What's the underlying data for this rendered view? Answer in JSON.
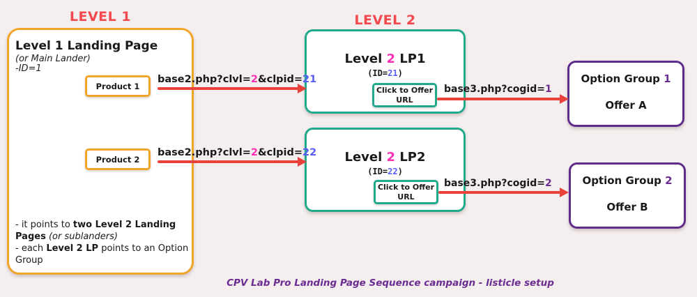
{
  "colors": {
    "accent_red": "#f2484e",
    "arrow_red": "#e8423b",
    "orange_border": "#f0a42a",
    "teal_border": "#21a98c",
    "purple_border": "#5e2c8b",
    "magenta_value": "#fb30b4",
    "blue_value": "#5a5cf8",
    "purple_value": "#6b2d91"
  },
  "level1": {
    "section_title": "LEVEL 1",
    "box_title": "Level 1 Landing Page",
    "subtitle": "(or Main Lander)",
    "id_note": "-ID=1",
    "product1_label": "Product 1",
    "product2_label": "Product 2",
    "notes": [
      {
        "text": "- it points to "
      },
      {
        "text": "two Level 2 Landing Pages",
        "bold": true
      },
      {
        "text": " "
      },
      {
        "text": "(or sublanders)",
        "italic": true
      },
      {
        "text": "\n- each "
      },
      {
        "text": "Level 2 LP",
        "bold": true
      },
      {
        "text": " points to an Option Group"
      }
    ]
  },
  "level2": {
    "section_title": "LEVEL 2",
    "lp1": {
      "title": [
        {
          "text": "Level "
        },
        {
          "text": "2",
          "color": "#fb30b4"
        },
        {
          "text": " LP1"
        }
      ],
      "id": [
        {
          "text": "(ID="
        },
        {
          "text": "21",
          "color": "#5a5cf8"
        },
        {
          "text": ")"
        }
      ],
      "click_label": "Click to Offer URL"
    },
    "lp2": {
      "title": [
        {
          "text": "Level "
        },
        {
          "text": "2",
          "color": "#fb30b4"
        },
        {
          "text": " LP2"
        }
      ],
      "id": [
        {
          "text": "(ID="
        },
        {
          "text": "22",
          "color": "#5a5cf8"
        },
        {
          "text": ")"
        }
      ],
      "click_label": "Click to Offer URL"
    }
  },
  "arrows": {
    "clpid21": [
      {
        "text": "base2.php?clvl="
      },
      {
        "text": "2",
        "color": "#fb30b4"
      },
      {
        "text": "&clpid="
      },
      {
        "text": "21",
        "color": "#5a5cf8"
      }
    ],
    "clpid22": [
      {
        "text": "base2.php?clvl="
      },
      {
        "text": "2",
        "color": "#fb30b4"
      },
      {
        "text": "&clpid="
      },
      {
        "text": "22",
        "color": "#5a5cf8"
      }
    ],
    "cogid1": [
      {
        "text": "base3.php?cogid="
      },
      {
        "text": "1",
        "color": "#6b2d91"
      }
    ],
    "cogid2": [
      {
        "text": "base3.php?cogid="
      },
      {
        "text": "2",
        "color": "#6b2d91"
      }
    ]
  },
  "option_groups": {
    "og1": {
      "title": [
        {
          "text": "Option Group "
        },
        {
          "text": "1",
          "color": "#6b2d91"
        }
      ],
      "offer": "Offer A"
    },
    "og2": {
      "title": [
        {
          "text": "Option Group "
        },
        {
          "text": "2",
          "color": "#6b2d91"
        }
      ],
      "offer": "Offer B"
    }
  },
  "caption": "CPV Lab Pro Landing Page Sequence campaign - listicle setup"
}
